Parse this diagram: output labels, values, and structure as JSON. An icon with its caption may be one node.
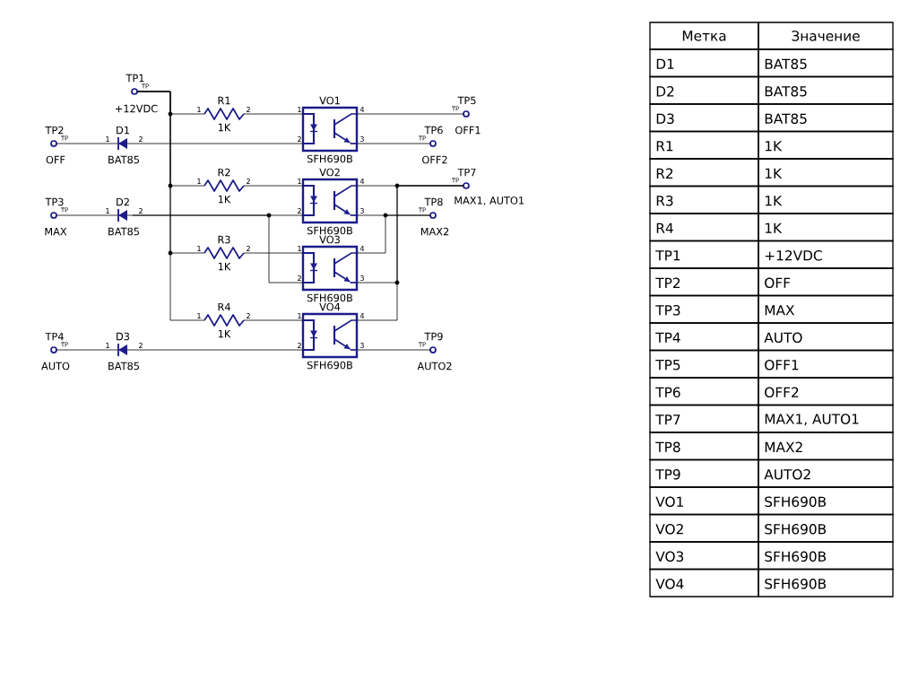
{
  "diagram": {
    "nodes": [
      {
        "text": [
          "TP1",
          "TP",
          "+12VDC"
        ]
      },
      {
        "text": [
          "TP2",
          "TP",
          "OFF"
        ]
      },
      {
        "text": [
          "TP3",
          "TP",
          "MAX"
        ]
      },
      {
        "text": [
          "TP4",
          "TP",
          "AUTO"
        ]
      },
      {
        "text": [
          "D1",
          "1",
          "2",
          "BAT85"
        ]
      },
      {
        "text": [
          "D2",
          "1",
          "2",
          "BAT85"
        ]
      },
      {
        "text": [
          "D3",
          "1",
          "2",
          "BAT85"
        ]
      },
      {
        "text": [
          "R1",
          "1",
          "2",
          "1K"
        ]
      },
      {
        "text": [
          "R2",
          "1",
          "2",
          "1K"
        ]
      },
      {
        "text": [
          "R3",
          "1",
          "2",
          "1K"
        ]
      },
      {
        "text": [
          "R4",
          "1",
          "2",
          "1K"
        ]
      },
      {
        "text": [
          "VO1",
          "1",
          "4",
          "2",
          "3",
          "SFH690B"
        ]
      },
      {
        "text": [
          "VO2",
          "1",
          "4",
          "2",
          "3",
          "SFH690B"
        ]
      },
      {
        "text": [
          "VO3",
          "1",
          "4",
          "2",
          "3",
          "SFH690B"
        ]
      },
      {
        "text": [
          "VO4",
          "1",
          "4",
          "2",
          "3",
          "SFH690B"
        ]
      },
      {
        "text": [
          "TP5",
          "TP",
          "OFF1"
        ]
      },
      {
        "text": [
          "TP6",
          "TP",
          "OFF2"
        ]
      },
      {
        "text": [
          "TP7",
          "TP",
          "MAX1, AUTO1"
        ]
      },
      {
        "text": [
          "TP8",
          "TP",
          "MAX2"
        ]
      },
      {
        "text": [
          "TP9",
          "TP",
          "AUTO2"
        ]
      }
    ],
    "edges": [
      {
        "from": 0,
        "to": 7,
        "arrow": "none"
      },
      {
        "from": 0,
        "to": 8,
        "arrow": "none"
      },
      {
        "from": 0,
        "to": 9,
        "arrow": "none"
      },
      {
        "from": 0,
        "to": 10,
        "arrow": "none"
      },
      {
        "from": 7,
        "to": 11,
        "arrow": "none"
      },
      {
        "from": 8,
        "to": 12,
        "arrow": "none"
      },
      {
        "from": 9,
        "to": 13,
        "arrow": "none"
      },
      {
        "from": 10,
        "to": 14,
        "arrow": "none"
      },
      {
        "from": 1,
        "to": 4,
        "arrow": "none"
      },
      {
        "from": 4,
        "to": 11,
        "arrow": "none"
      },
      {
        "from": 2,
        "to": 5,
        "arrow": "none"
      },
      {
        "from": 5,
        "to": 12,
        "arrow": "none"
      },
      {
        "from": 5,
        "to": 13,
        "arrow": "none"
      },
      {
        "from": 3,
        "to": 6,
        "arrow": "none"
      },
      {
        "from": 6,
        "to": 14,
        "arrow": "none"
      },
      {
        "from": 11,
        "to": 15,
        "arrow": "none"
      },
      {
        "from": 11,
        "to": 16,
        "arrow": "none"
      },
      {
        "from": 12,
        "to": 17,
        "arrow": "none"
      },
      {
        "from": 13,
        "to": 17,
        "arrow": "none"
      },
      {
        "from": 14,
        "to": 17,
        "arrow": "none"
      },
      {
        "from": 12,
        "to": 18,
        "arrow": "none"
      },
      {
        "from": 13,
        "to": 18,
        "arrow": "none"
      },
      {
        "from": 14,
        "to": 19,
        "arrow": "none"
      }
    ],
    "labels": [
      "Метка",
      "Значение",
      "D1",
      "BAT85",
      "D2",
      "BAT85",
      "D3",
      "BAT85",
      "R1",
      "1K",
      "R2",
      "1K",
      "R3",
      "1K",
      "R4",
      "1K",
      "TP1",
      "+12VDC",
      "TP2",
      "OFF",
      "TP3",
      "MAX",
      "TP4",
      "AUTO",
      "TP5",
      "OFF1",
      "TP6",
      "OFF2",
      "TP7",
      "MAX1, AUTO1",
      "TP8",
      "MAX2",
      "TP9",
      "AUTO2",
      "VO1",
      "SFH690B",
      "VO2",
      "SFH690B",
      "VO3",
      "SFH690B",
      "VO4",
      "SFH690B"
    ]
  }
}
